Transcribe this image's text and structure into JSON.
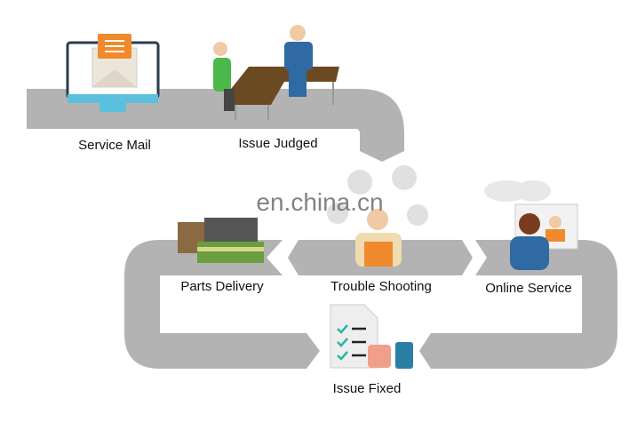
{
  "steps": {
    "service_mail": "Service Mail",
    "issue_judged": "Issue Judged",
    "parts_delivery": "Parts Delivery",
    "trouble_shooting": "Trouble Shooting",
    "online_service": "Online Service",
    "issue_fixed": "Issue Fixed"
  },
  "watermark": "en.china.cn",
  "colors": {
    "path": "#b3b3b3",
    "accent_orange": "#f08a2c",
    "screen_blue": "#5bc0de",
    "suit_blue": "#2f6aa3",
    "check_teal": "#2bb3a7"
  }
}
